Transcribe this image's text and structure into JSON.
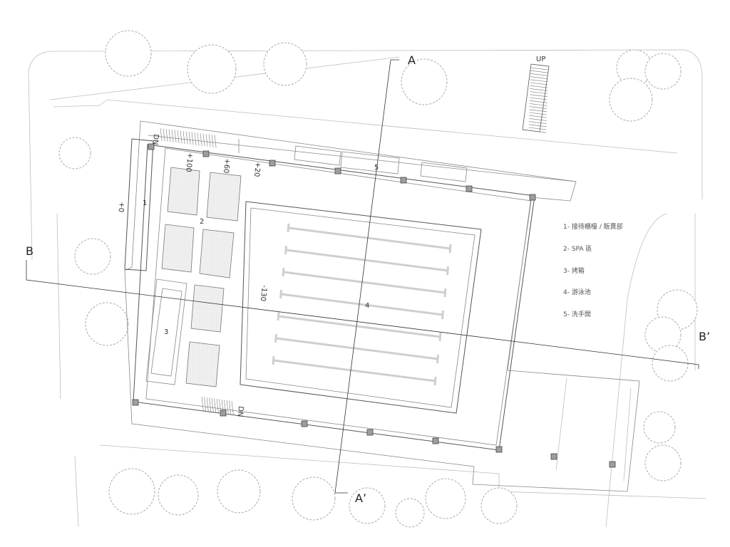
{
  "title": "Pool / SPA Floor Plan",
  "section_marks": {
    "a": "A",
    "a_prime": "A’",
    "b": "B",
    "b_prime": "B’"
  },
  "stairs": {
    "dn_top": "DN",
    "dn_bottom": "DN",
    "up": "UP"
  },
  "levels": {
    "l0": "+0",
    "l100": "+100",
    "l60": "+60",
    "l20": "+20",
    "pool": "-130"
  },
  "rooms": [
    "1",
    "2",
    "3",
    "4",
    "5"
  ],
  "legend": [
    "1- 接待櫃檯 / 販賣部",
    "2- SPA 區",
    "3- 烤箱",
    "4- 游泳池",
    "5- 洗手間"
  ],
  "colors": {
    "column": "#9e9e9e",
    "line": "#555555",
    "landscape": "#bdbdbd"
  }
}
